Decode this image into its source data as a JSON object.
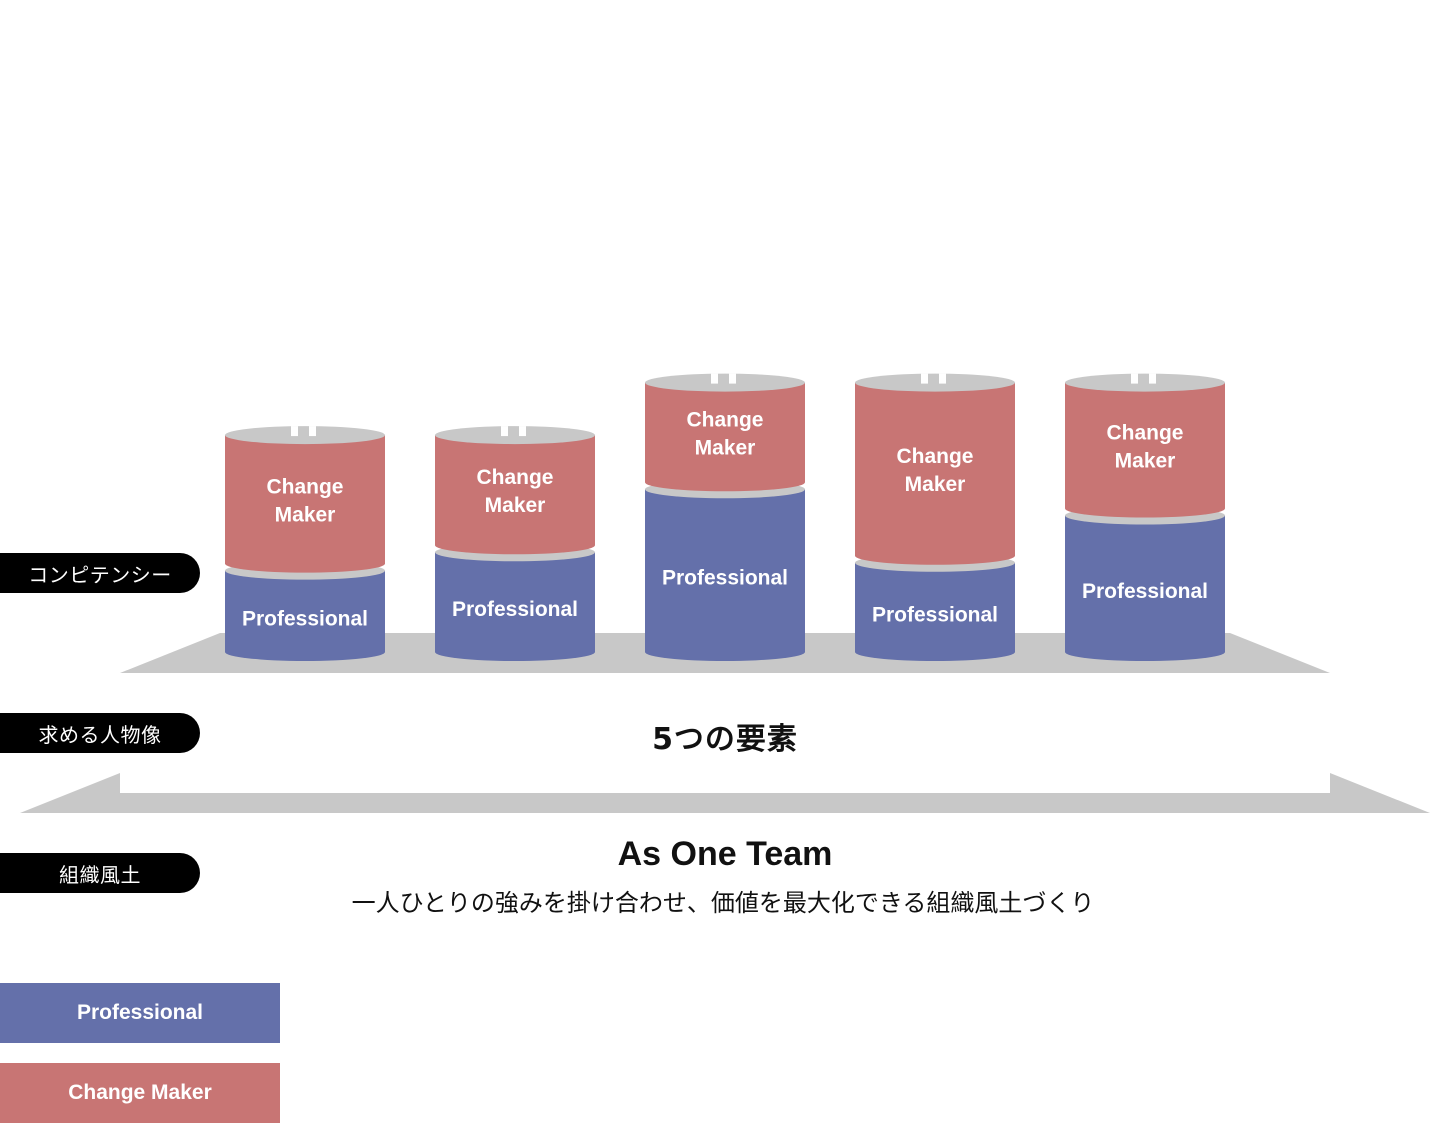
{
  "colors": {
    "professional": "#6470aa",
    "change_maker": "#c87574",
    "platform": "#c8c8c8",
    "label_bg": "#000000"
  },
  "row_labels": {
    "competency": "コンピテンシー",
    "ideal_person": "求める人物像",
    "culture": "組織風土"
  },
  "columns": [
    {
      "change_maker_label": [
        "Change",
        "Maker"
      ],
      "professional_label": "Professional",
      "professional_share": 0.31,
      "change_maker_share": 0.49
    },
    {
      "change_maker_label": [
        "Change",
        "Maker"
      ],
      "professional_label": "Professional",
      "professional_share": 0.38,
      "change_maker_share": 0.42
    },
    {
      "change_maker_label": [
        "Change",
        "Maker"
      ],
      "professional_label": "Professional",
      "professional_share": 0.62,
      "change_maker_share": 0.38
    },
    {
      "change_maker_label": [
        "Change",
        "Maker"
      ],
      "professional_label": "Professional",
      "professional_share": 0.34,
      "change_maker_share": 0.66
    },
    {
      "change_maker_label": [
        "Change",
        "Maker"
      ],
      "professional_label": "Professional",
      "professional_share": 0.52,
      "change_maker_share": 0.48
    }
  ],
  "middle": {
    "title": "5つの要素"
  },
  "bottom": {
    "title": "As One Team",
    "subtitle": "一人ひとりの強みを掛け合わせ、価値を最大化できる組織風土づくり"
  },
  "legend": [
    {
      "label": "Professional",
      "key": "professional"
    },
    {
      "label": "Change Maker",
      "key": "change_maker"
    }
  ]
}
